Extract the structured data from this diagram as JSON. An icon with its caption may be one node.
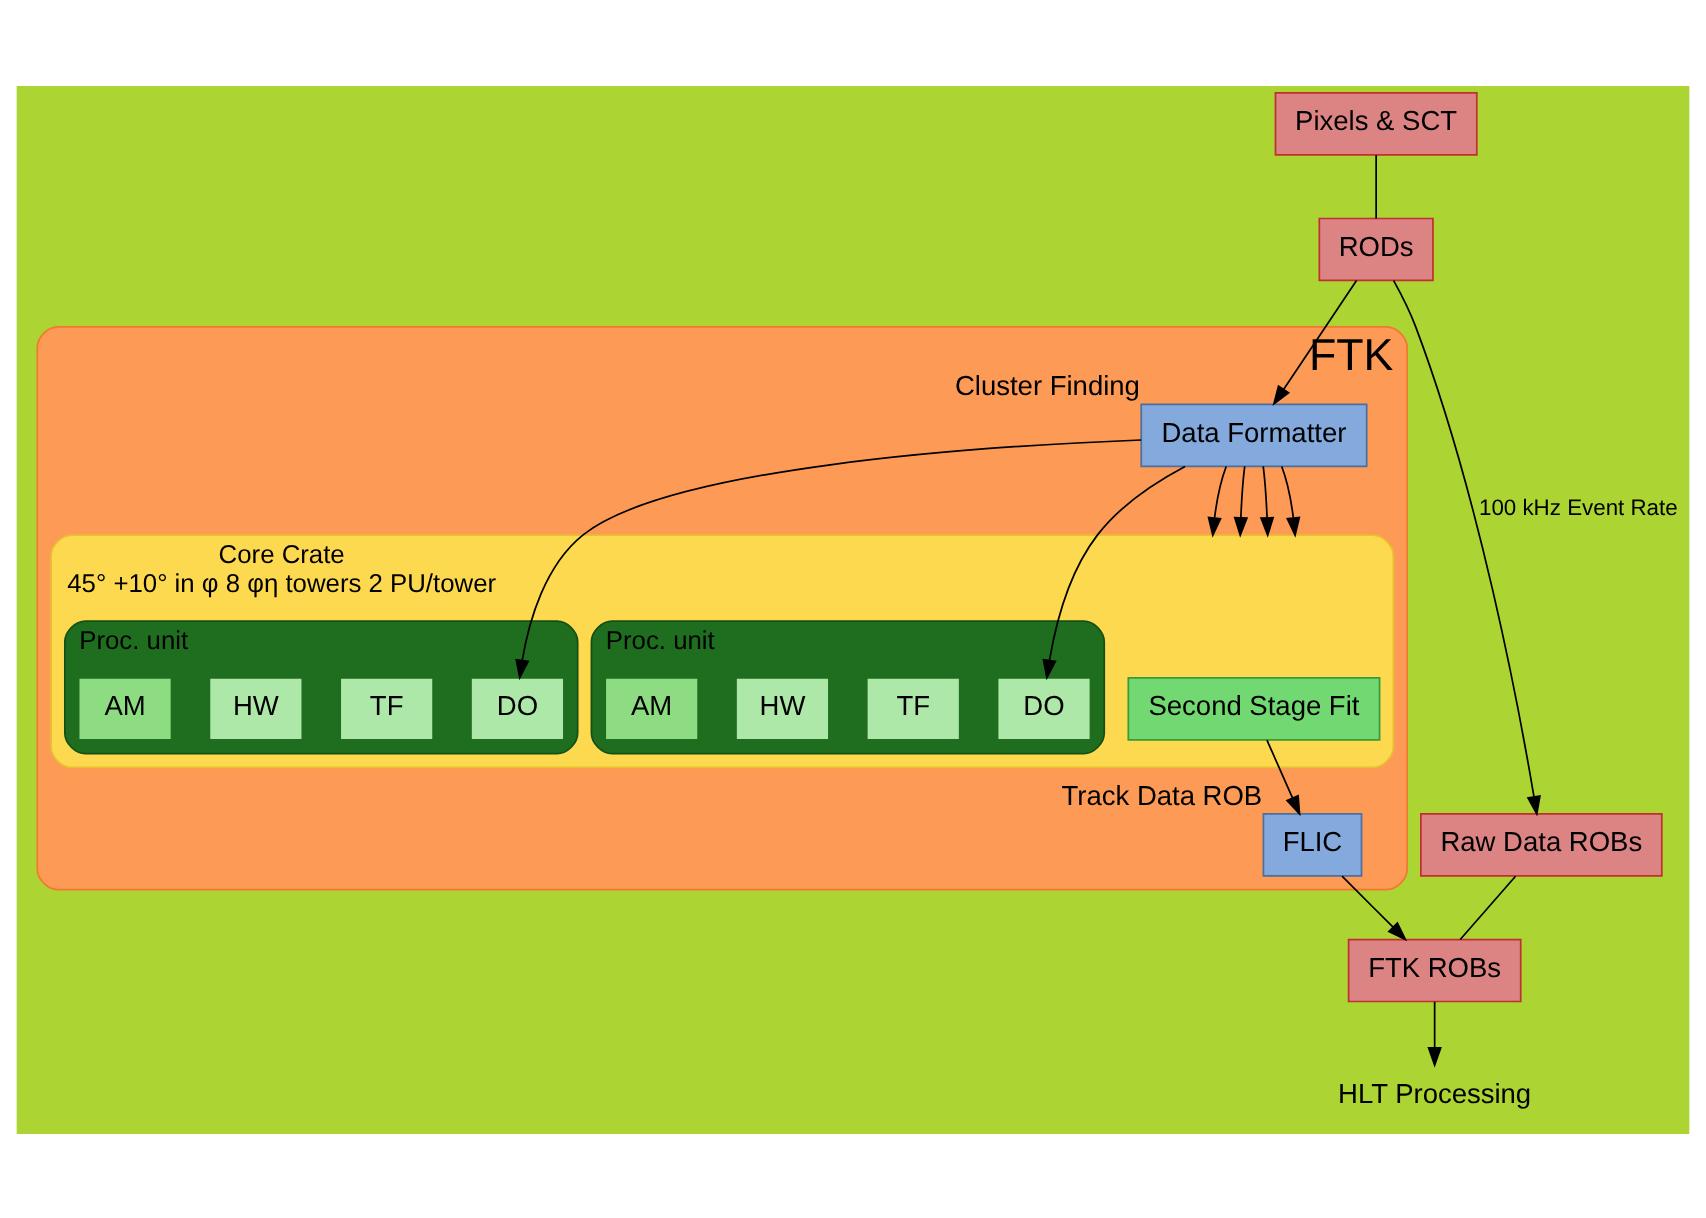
{
  "diagram": {
    "nodes": [
      {
        "text": [
          "Pixels & SCT"
        ]
      },
      {
        "text": [
          "RODs"
        ]
      },
      {
        "text": [
          "FTK"
        ]
      },
      {
        "text": [
          "Data Formatter"
        ],
        "in": 2,
        "beside": [
          "Cluster Finding"
        ]
      },
      {
        "text": [
          "Core Crate",
          "45° +10° in φ 8 φη towers 2 PU/tower"
        ],
        "in": 2
      },
      {
        "text": [
          "Proc. unit"
        ],
        "in": 4
      },
      {
        "text": [
          "DO"
        ],
        "in": 5
      },
      {
        "text": [
          "TF"
        ],
        "in": 5
      },
      {
        "text": [
          "HW"
        ],
        "in": 5
      },
      {
        "text": [
          "AM"
        ],
        "in": 5
      },
      {
        "text": [
          "Proc. unit"
        ],
        "in": 4
      },
      {
        "text": [
          "DO"
        ],
        "in": 10
      },
      {
        "text": [
          "TF"
        ],
        "in": 10
      },
      {
        "text": [
          "HW"
        ],
        "in": 10
      },
      {
        "text": [
          "AM"
        ],
        "in": 10
      },
      {
        "text": [
          "Second Stage Fit"
        ],
        "in": 4
      },
      {
        "text": [
          "FLIC"
        ],
        "in": 2,
        "beside": [
          "Track Data ROB"
        ]
      },
      {
        "text": [
          "Raw Data ROBs"
        ]
      },
      {
        "text": [
          "FTK ROBs"
        ]
      },
      {
        "text": [
          "HLT Processing"
        ]
      }
    ],
    "edges": [
      {
        "from": 0,
        "to": 1,
        "arrow": "none"
      },
      {
        "from": 1,
        "to": 3,
        "arrow": "to"
      },
      {
        "from": 1,
        "to": 17,
        "arrow": "to",
        "label": "100 kHz Event Rate"
      },
      {
        "from": 3,
        "to": 6,
        "arrow": "to"
      },
      {
        "from": 3,
        "to": 4,
        "arrow": "to"
      },
      {
        "from": 3,
        "to": 4,
        "arrow": "to"
      },
      {
        "from": 3,
        "to": 11,
        "arrow": "to"
      },
      {
        "from": 3,
        "to": 4,
        "arrow": "to"
      },
      {
        "from": 3,
        "to": 4,
        "arrow": "to"
      },
      {
        "from": 15,
        "to": 16,
        "arrow": "to"
      },
      {
        "from": 16,
        "to": 18,
        "arrow": "to"
      },
      {
        "from": 17,
        "to": 18,
        "arrow": "none"
      },
      {
        "from": 18,
        "to": 19,
        "arrow": "to"
      }
    ]
  }
}
